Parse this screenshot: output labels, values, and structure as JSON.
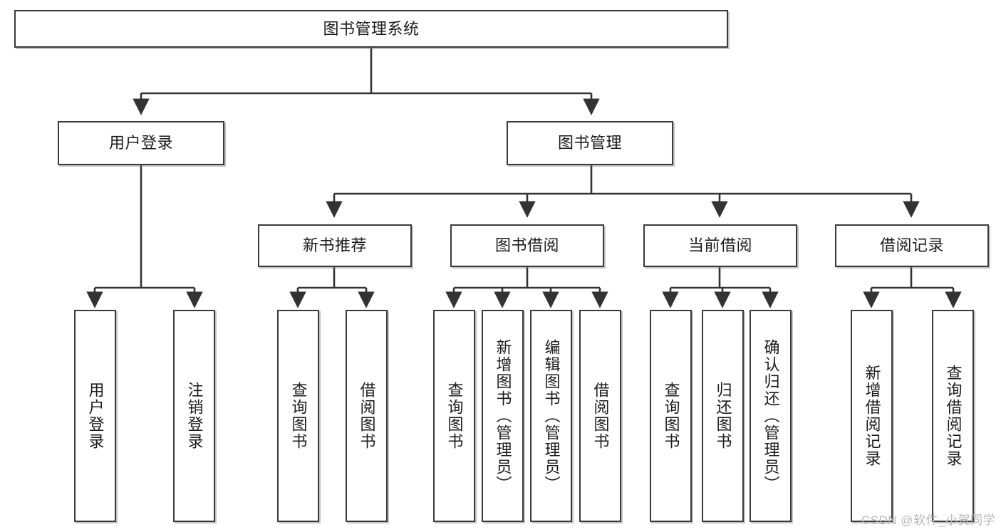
{
  "diagram": {
    "title": "图书管理系统",
    "type": "hierarchy-tree",
    "watermark": "CSDN @软件_小贺同学",
    "colors": {
      "box_border": "#3a3a3a",
      "box_fill": "#ffffff",
      "connector": "#333333",
      "text": "#1b1b1b",
      "watermark": "#b9b9b9"
    },
    "nodes": {
      "root": {
        "label": "图书管理系统"
      },
      "level2": [
        {
          "id": "user-login",
          "label": "用户登录"
        },
        {
          "id": "book-manage",
          "label": "图书管理"
        }
      ],
      "level3": [
        {
          "id": "new-book-recommend",
          "label": "新书推荐"
        },
        {
          "id": "book-borrow",
          "label": "图书借阅"
        },
        {
          "id": "current-borrow",
          "label": "当前借阅"
        },
        {
          "id": "borrow-record",
          "label": "借阅记录"
        }
      ],
      "leaves": {
        "user_login": [
          {
            "id": "leaf-user-login",
            "label": "用户登录"
          },
          {
            "id": "leaf-logout-login",
            "label": "注销登录"
          }
        ],
        "new_book_recommend": [
          {
            "id": "leaf-query-book-1",
            "label": "查询图书"
          },
          {
            "id": "leaf-borrow-book-1",
            "label": "借阅图书"
          }
        ],
        "book_borrow": [
          {
            "id": "leaf-query-book-2",
            "label": "查询图书"
          },
          {
            "id": "leaf-add-book",
            "label": "新增图书（管理员）"
          },
          {
            "id": "leaf-edit-book",
            "label": "编辑图书（管理员）"
          },
          {
            "id": "leaf-borrow-book-2",
            "label": "借阅图书"
          }
        ],
        "current_borrow": [
          {
            "id": "leaf-query-book-3",
            "label": "查询图书"
          },
          {
            "id": "leaf-return-book",
            "label": "归还图书"
          },
          {
            "id": "leaf-confirm-return",
            "label": "确认归还（管理员）"
          }
        ],
        "borrow_record": [
          {
            "id": "leaf-add-record",
            "label": "新增借阅记录"
          },
          {
            "id": "leaf-query-record",
            "label": "查询借阅记录"
          }
        ]
      }
    }
  }
}
